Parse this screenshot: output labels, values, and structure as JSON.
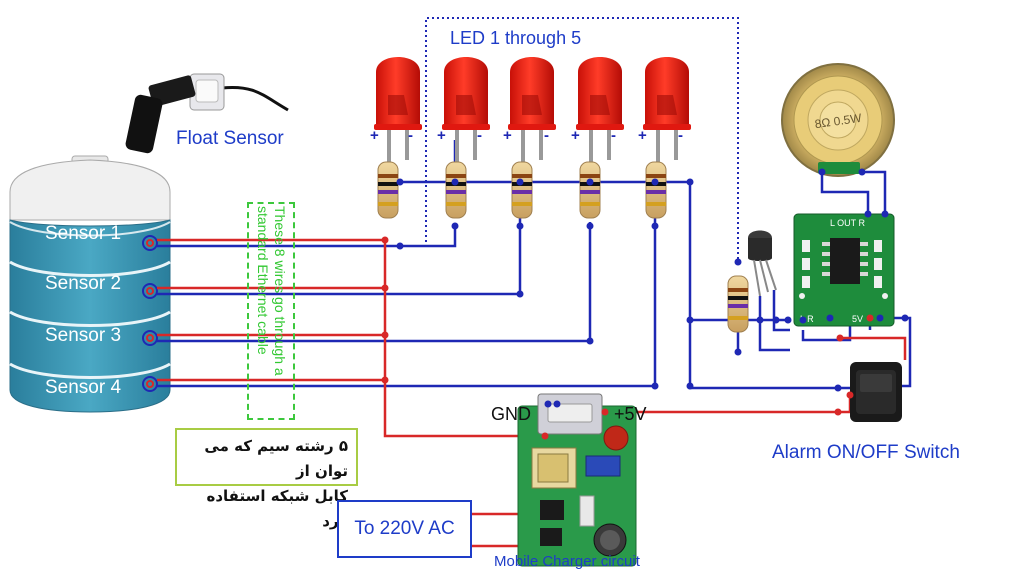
{
  "labels": {
    "float_sensor": "Float Sensor",
    "led_title": "LED 1 through 5",
    "sensor1": "Sensor 1",
    "sensor2": "Sensor 2",
    "sensor3": "Sensor 3",
    "sensor4": "Sensor 4",
    "ethernet_note": "These 8 wires go through a standard Ethernet cable",
    "persian_note_line1": "۵ رشته سیم که می توان از",
    "persian_note_line2": "کابل شبکه استفاده  کرد",
    "gnd": "GND",
    "plus5v": "+5V",
    "ac_in": "To 220V AC",
    "charger": "Mobile Charger circuit",
    "alarm_switch": "Alarm ON/OFF Switch",
    "led_plus": "+",
    "led_minus": "-",
    "speaker_text": "8Ω 0.5W",
    "amp_out": "L OUT R",
    "amp_5v": "5V",
    "amp_lr": "L  R"
  },
  "colors": {
    "wire_blue": "#1e28b4",
    "wire_red": "#d82828",
    "led_red": "#e81e14",
    "tank_water": "#3a96b4",
    "pcb_green": "#1e8c3c",
    "label_blue": "#1e3cc8",
    "cable_note_green": "#32c832"
  },
  "icons": [
    "float-sensor-icon",
    "water-tank-icon",
    "led-icon",
    "resistor-icon",
    "transistor-icon",
    "speaker-icon",
    "amplifier-board-icon",
    "charger-board-icon",
    "rocker-switch-icon"
  ]
}
